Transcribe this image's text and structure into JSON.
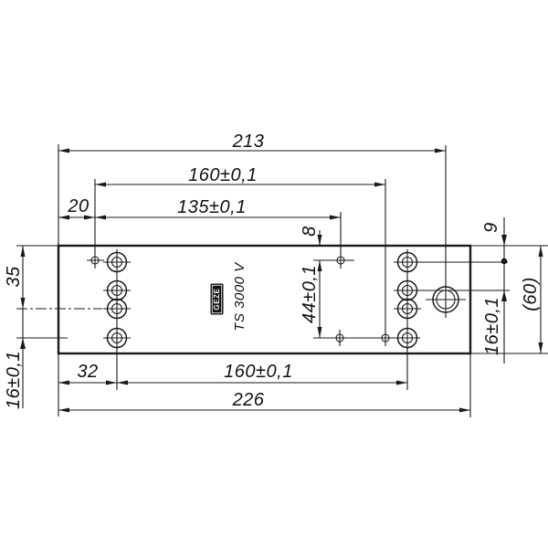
{
  "drawing": {
    "title": "GEZE TS 3000 V mounting plate drilling template",
    "plate_label": "TS 3000 V",
    "logo": "GEZE",
    "ink_color": "#1a1a1a",
    "background_color": "#ffffff",
    "dims": {
      "top_213": "213",
      "top_160": "160±0,1",
      "top_20": "20",
      "top_135": "135±0,1",
      "mid_8": "8",
      "mid_44": "44±0,1",
      "right_9": "9",
      "right_16": "16±0,1",
      "right_60": "(60)",
      "left_35": "35",
      "left_16": "16±0,1",
      "bottom_32": "32",
      "bottom_160": "160±0,1",
      "bottom_226": "226"
    }
  }
}
